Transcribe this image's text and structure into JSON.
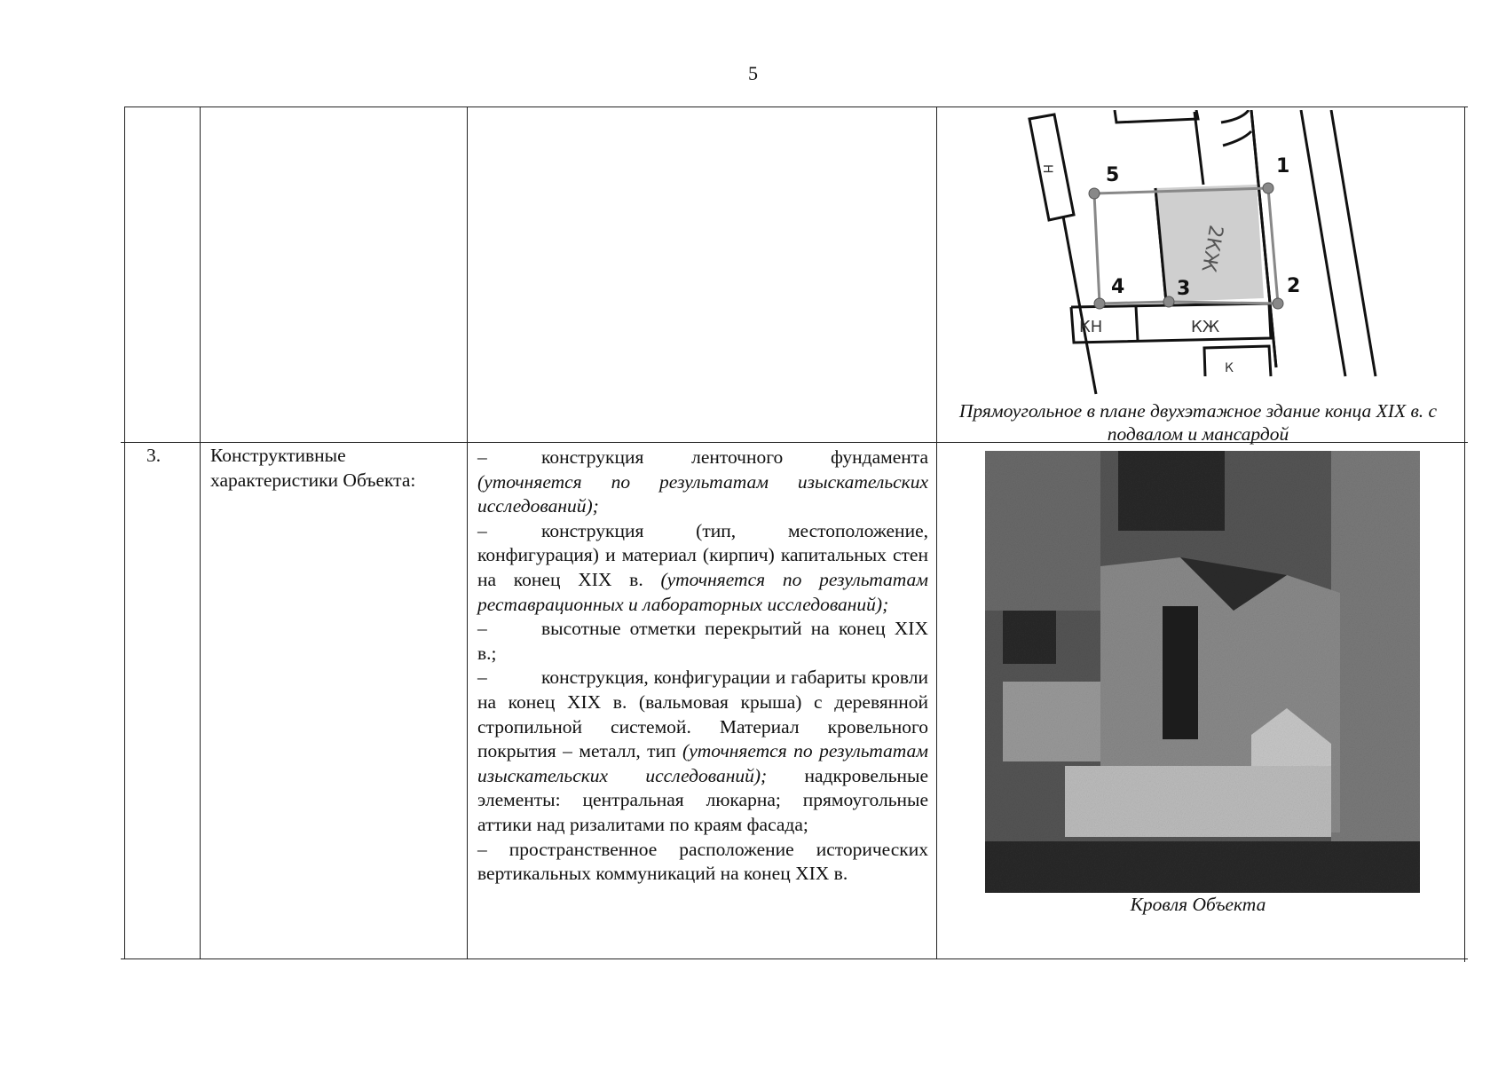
{
  "page": {
    "number": "5"
  },
  "table": {
    "row3": {
      "index": "3.",
      "label": "Конструктивные характеристики Объекта:",
      "items": [
        {
          "dash": "–",
          "text": "конструкция ленточного фундамента",
          "note": "(уточняется по результатам изыскательских исследований);"
        },
        {
          "dash": "–",
          "text": "конструкция (тип, местоположение, конфигурация) и материал (кирпич) капитальных стен на конец XIX в.",
          "note": "(уточняется по результатам реставрационных и лабораторных исследований);"
        },
        {
          "dash": "–",
          "text": "высотные отметки перекрытий на конец XIX в.;",
          "note": ""
        },
        {
          "dash": "–",
          "text": "конструкция, конфигурации и габариты кровли на конец XIX в. (вальмовая крыша) с деревянной стропильной системой. Материал кровельного покрытия – металл, тип",
          "note": "(уточняется по результатам изыскательских исследований);",
          "tail": " надкровельные элементы: центральная люкарна; прямоугольные аттики над ризалитами по краям фасада;"
        },
        {
          "dash": "–",
          "text": "пространственное расположение исторических вертикальных коммуникаций на конец XIX в.",
          "note": ""
        }
      ]
    },
    "plan_figure": {
      "caption": "Прямоугольное в плане двухэтажное здание конца XIX в. с подвалом и мансардой",
      "points": [
        "1",
        "2",
        "3",
        "4",
        "5"
      ],
      "labels": {
        "main": "2КЖ",
        "lower_left": "КН",
        "lower_mid": "КЖ",
        "upper_left": "Н",
        "bottom": "К"
      }
    },
    "photo_figure": {
      "caption": "Кровля Объекта"
    }
  }
}
